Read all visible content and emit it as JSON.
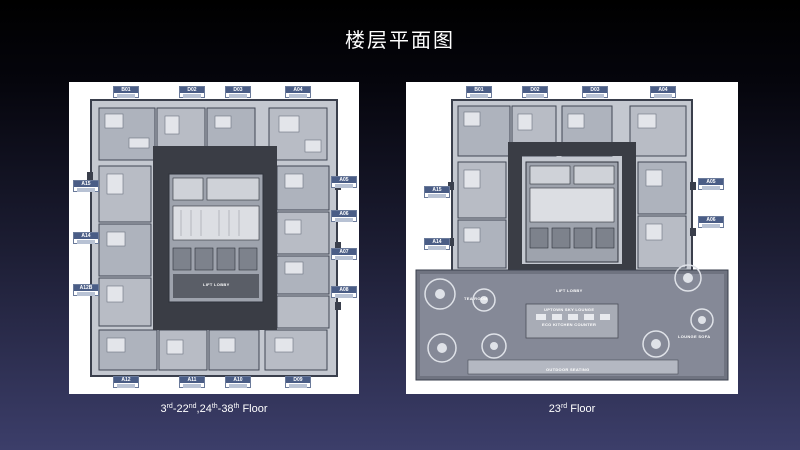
{
  "title": "楼层平面图",
  "plans": [
    {
      "caption": {
        "p1": "3",
        "s1": "rd",
        "p2": "-22",
        "s2": "nd",
        "p3": ",24",
        "s3": "th",
        "p4": "-38",
        "s4": "th",
        "p5": " Floor"
      },
      "tags": {
        "top": [
          "B01",
          "D02",
          "D03",
          "A04"
        ],
        "left": [
          "A15",
          "A14",
          "A12B"
        ],
        "right": [
          "A05",
          "A06",
          "A07",
          "A08"
        ],
        "bottom": [
          "A12",
          "A11",
          "A10",
          "D09"
        ]
      },
      "labels": {
        "lift_lobby": "LIFT LOBBY"
      }
    },
    {
      "caption": {
        "p1": "23",
        "s1": "rd",
        "p5": " Floor"
      },
      "tags": {
        "top": [
          "B01",
          "D02",
          "D03",
          "A04"
        ],
        "left": [
          "A15",
          "A14"
        ],
        "right": [
          "A05",
          "A06"
        ]
      },
      "labels": {
        "lift_lobby": "LIFT LOBBY",
        "sky_lounge": "UPTOWN SKY LOUNGE",
        "kitchen_counter": "ECO KITCHEN COUNTER",
        "tea_room": "TEA ROOM",
        "lounge_sofa": "LOUNGE SOFA",
        "outdoor_seating": "OUTDOOR SEATING"
      }
    }
  ]
}
